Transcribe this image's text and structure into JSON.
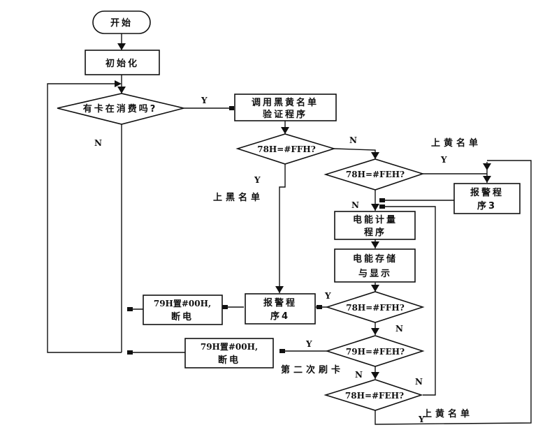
{
  "diagram": {
    "type": "flowchart",
    "nodes": {
      "start": {
        "kind": "terminal",
        "text": "开始"
      },
      "init": {
        "kind": "process",
        "text": "初始化"
      },
      "card_check": {
        "kind": "decision",
        "text": "有卡在消费吗?"
      },
      "verify": {
        "kind": "process",
        "lines": [
          "调用黑黄名单",
          "验证程序"
        ]
      },
      "d_78_ff_top": {
        "kind": "decision",
        "text": "78H=#FFH?"
      },
      "d_78_fe_top": {
        "kind": "decision",
        "text": "78H=#FEH?"
      },
      "alarm3": {
        "kind": "process",
        "lines": [
          "报警程",
          "序3"
        ]
      },
      "metering": {
        "kind": "process",
        "lines": [
          "电能计量",
          "程序"
        ]
      },
      "storage": {
        "kind": "process",
        "lines": [
          "电能存储",
          "与显示"
        ]
      },
      "d_78_ff_mid": {
        "kind": "decision",
        "text": "78H=#FFH?"
      },
      "alarm4": {
        "kind": "process",
        "lines": [
          "报警程",
          "序4"
        ]
      },
      "cut_power_1": {
        "kind": "process",
        "lines": [
          "79H置#00H,",
          "断电"
        ]
      },
      "d_79_fe": {
        "kind": "decision",
        "text": "79H=#FEH?"
      },
      "cut_power_2": {
        "kind": "process",
        "lines": [
          "79H置#00H,",
          "断电"
        ]
      },
      "d_78_fe_bottom": {
        "kind": "decision",
        "text": "78H=#FEH?"
      }
    },
    "labels": {
      "yes": "Y",
      "no": "N",
      "blacklist": "上黑名单",
      "yellowlist_top": "上黄名单",
      "yellowlist_bottom": "上黄名单",
      "second_swipe": "第二次刷卡"
    },
    "edges": [
      {
        "from": "start",
        "to": "init"
      },
      {
        "from": "init",
        "to": "card_check"
      },
      {
        "from": "card_check",
        "to": "verify",
        "label": "Y"
      },
      {
        "from": "card_check",
        "to": "card_check",
        "label": "N"
      },
      {
        "from": "verify",
        "to": "d_78_ff_top"
      },
      {
        "from": "d_78_ff_top",
        "to": "alarm4",
        "label": "Y",
        "note": "上黑名单"
      },
      {
        "from": "d_78_ff_top",
        "to": "d_78_fe_top",
        "label": "N"
      },
      {
        "from": "d_78_fe_top",
        "to": "alarm3",
        "label": "Y",
        "note": "上黄名单"
      },
      {
        "from": "d_78_fe_top",
        "to": "metering",
        "label": "N"
      },
      {
        "from": "alarm3",
        "to": "metering"
      },
      {
        "from": "metering",
        "to": "storage"
      },
      {
        "from": "storage",
        "to": "d_78_ff_mid"
      },
      {
        "from": "d_78_ff_mid",
        "to": "alarm4",
        "label": "Y"
      },
      {
        "from": "d_78_ff_mid",
        "to": "d_79_fe",
        "label": "N"
      },
      {
        "from": "alarm4",
        "to": "cut_power_1"
      },
      {
        "from": "cut_power_1",
        "to": "card_check"
      },
      {
        "from": "d_79_fe",
        "to": "cut_power_2",
        "label": "Y",
        "note": "第二次刷卡"
      },
      {
        "from": "d_79_fe",
        "to": "d_78_fe_bottom",
        "label": "N"
      },
      {
        "from": "cut_power_2",
        "to": "card_check"
      },
      {
        "from": "d_78_fe_bottom",
        "to": "metering",
        "label": "N"
      },
      {
        "from": "d_78_fe_bottom",
        "to": "alarm3",
        "label": "Y",
        "note": "上黄名单"
      }
    ]
  }
}
